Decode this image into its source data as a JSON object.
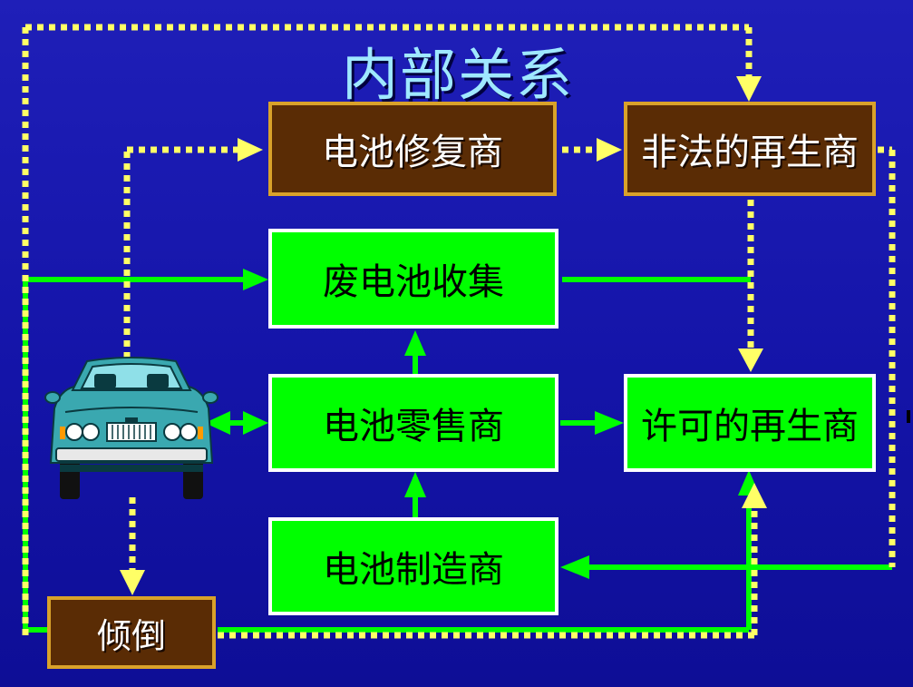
{
  "title": "内部关系",
  "nodes": {
    "battery_repairer": "电池修复商",
    "illegal_recycler": "非法的再生商",
    "waste_battery_collection": "废电池收集",
    "battery_retailer": "电池零售商",
    "licensed_recycler": "许可的再生商",
    "battery_manufacturer": "电池制造商",
    "dumping": "倾倒"
  },
  "colors": {
    "background": "#1414a8",
    "title": "#9fe8ff",
    "green_box": "#00ff00",
    "brown_box": "#5a2c05",
    "brown_border": "#d9a22a",
    "green_flow": "#00ff00",
    "dotted_flow": "#ffff66"
  },
  "icons": {
    "vehicle": "car-icon"
  }
}
